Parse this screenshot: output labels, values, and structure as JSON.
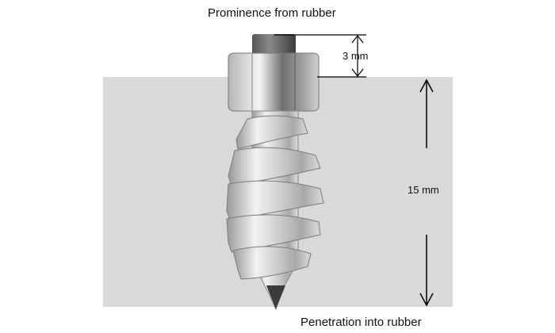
{
  "labels": {
    "prominence": "Prominence from rubber",
    "penetration": "Penetration into rubber",
    "prominence_value": "3 mm",
    "penetration_value": "15 mm"
  },
  "colors": {
    "rubber": "#d9d9d9",
    "metal_light": "#e8e8e8",
    "metal_dark": "#8a8a8a",
    "tip_dark": "#3c3c3c",
    "arrow": "#000000"
  }
}
